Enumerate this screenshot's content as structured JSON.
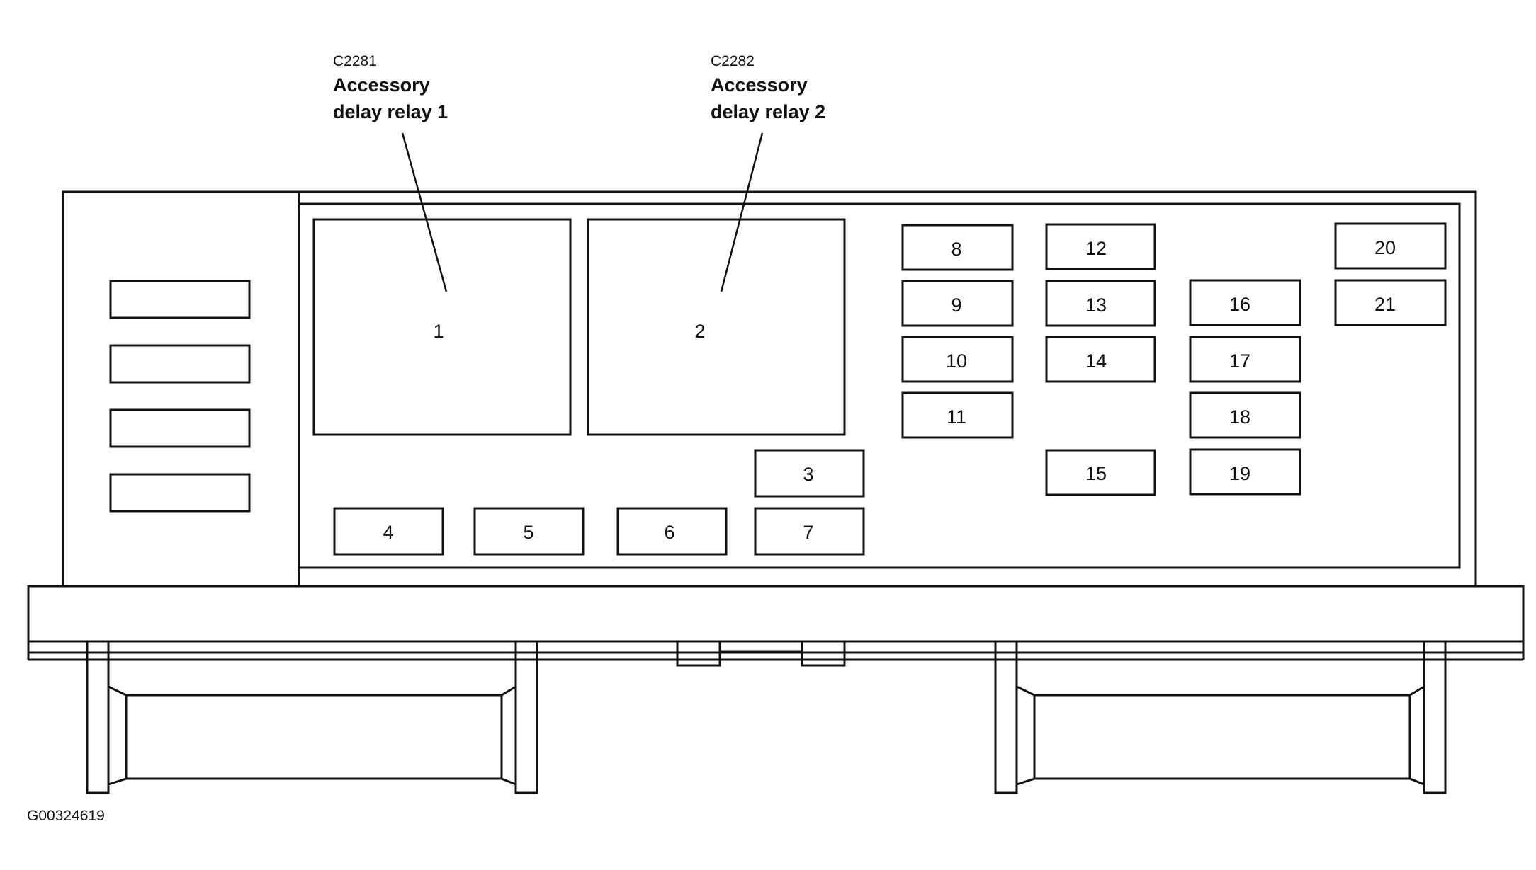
{
  "callouts": [
    {
      "code": "C2281",
      "title_line1": "Accessory",
      "title_line2": "delay relay 1"
    },
    {
      "code": "C2282",
      "title_line1": "Accessory",
      "title_line2": "delay relay 2"
    }
  ],
  "positions": [
    "1",
    "2",
    "3",
    "4",
    "5",
    "6",
    "7",
    "8",
    "9",
    "10",
    "11",
    "12",
    "13",
    "14",
    "15",
    "16",
    "17",
    "18",
    "19",
    "20",
    "21"
  ],
  "figure_id": "G00324619"
}
